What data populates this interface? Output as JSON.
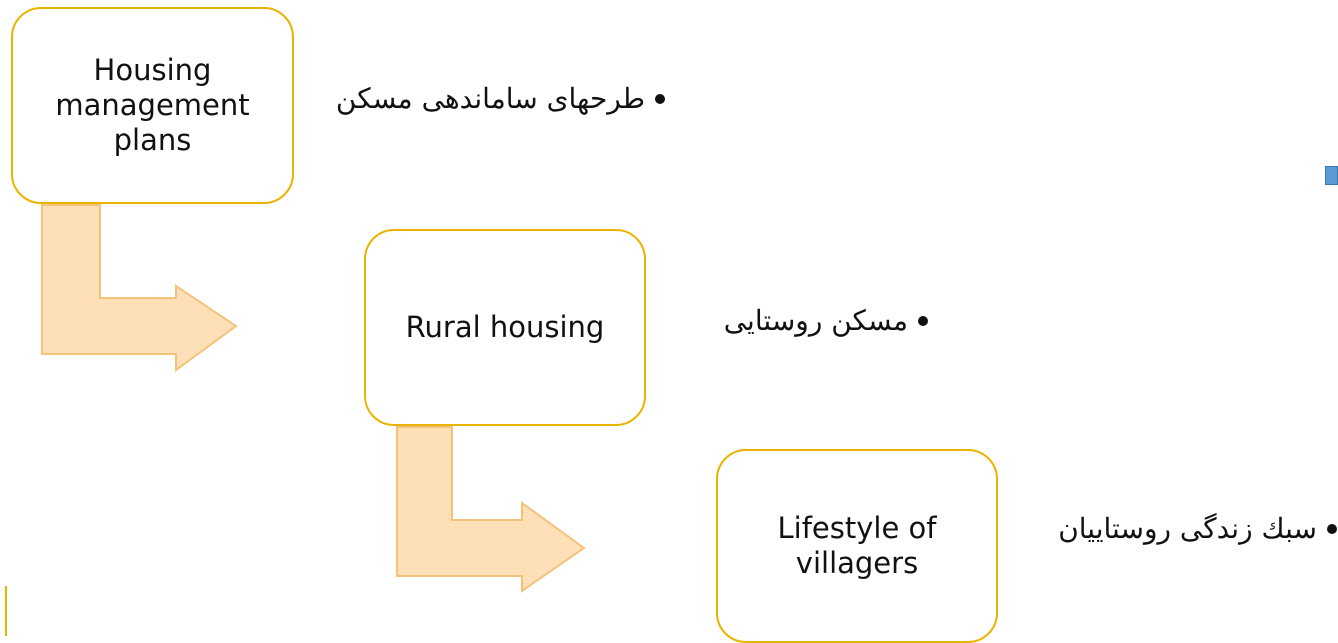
{
  "diagram": {
    "nodes": [
      {
        "id": "housing-management-plans",
        "label": "Housing\nmanagement\nplans"
      },
      {
        "id": "rural-housing",
        "label": "Rural housing"
      },
      {
        "id": "lifestyle-of-villagers",
        "label": "Lifestyle of\nvillagers"
      }
    ],
    "bullets": [
      {
        "text": "طرحهای ساماندهی مسکن"
      },
      {
        "text": "مسکن روستایی"
      },
      {
        "text": "سبك زندگی روستاییان"
      }
    ],
    "edges": [
      {
        "from": "housing-management-plans",
        "to": "rural-housing"
      },
      {
        "from": "rural-housing",
        "to": "lifestyle-of-villagers"
      }
    ]
  },
  "colors": {
    "box_border": "#e9b400",
    "arrow_fill": "#fde0b8",
    "arrow_stroke": "#f5c27a",
    "accent_square": "#5b9bd5"
  }
}
